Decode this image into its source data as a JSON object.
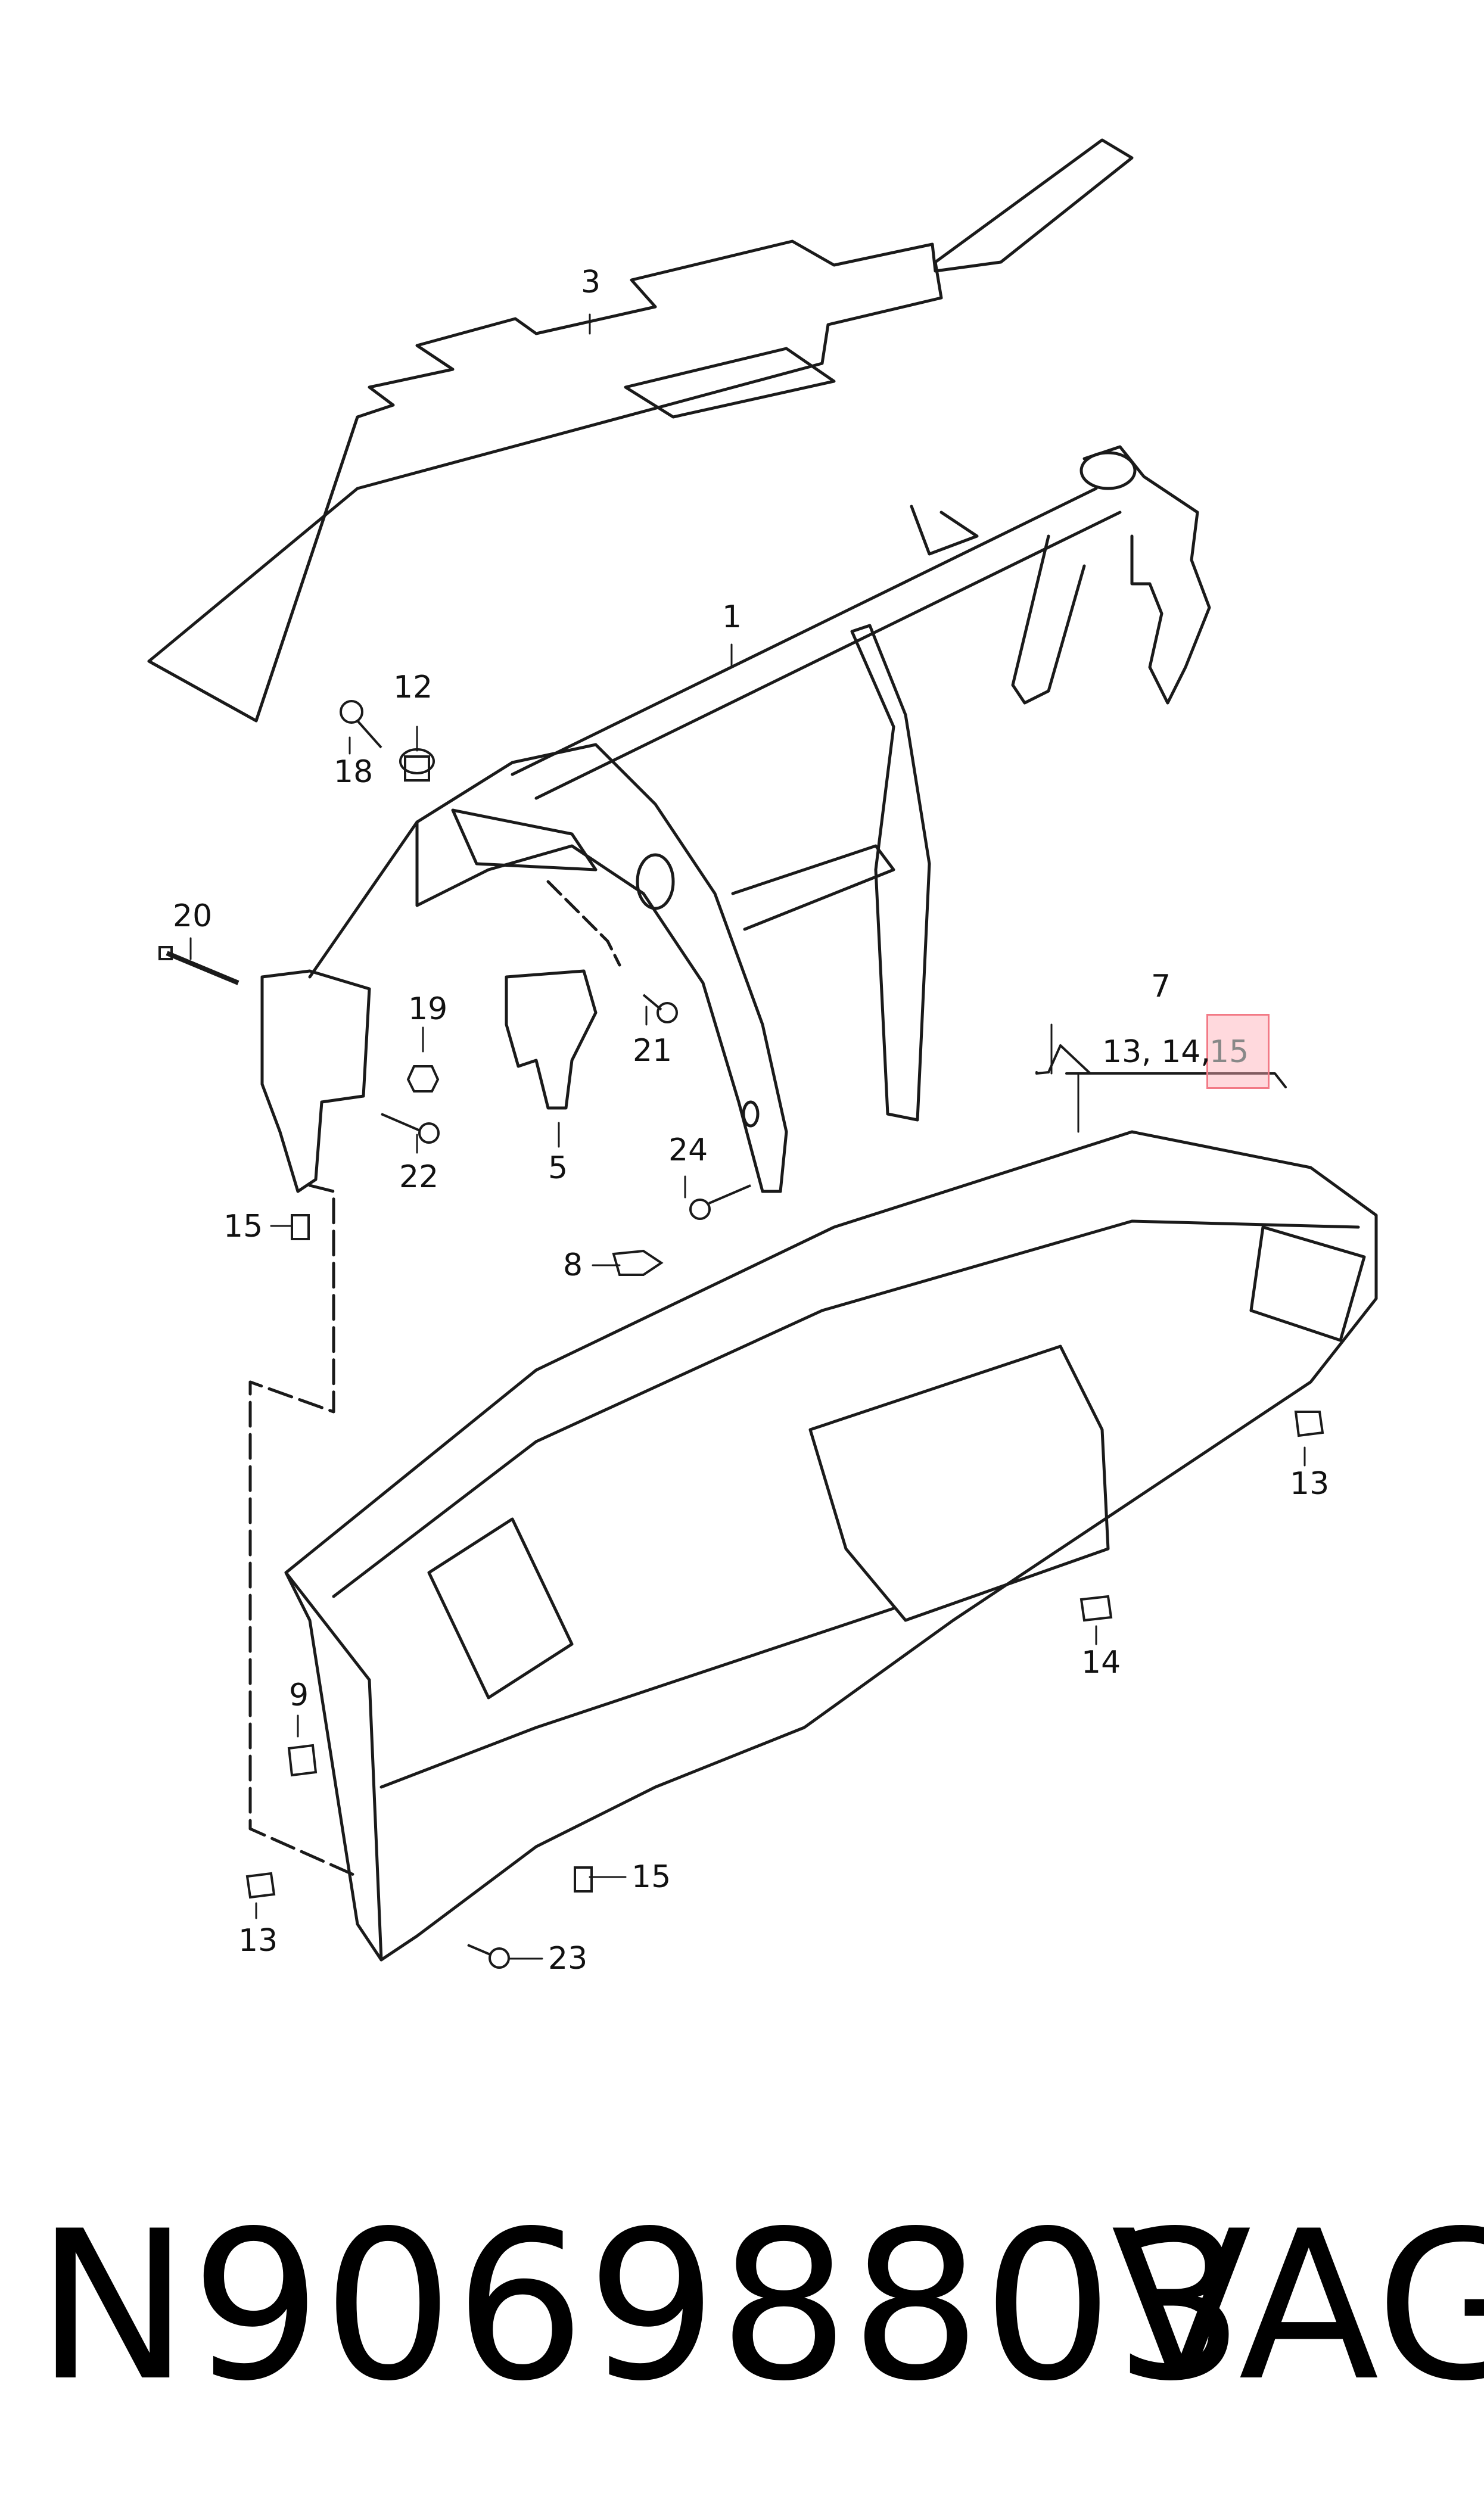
{
  "callouts": {
    "c1": "1",
    "c3": "3",
    "c5": "5",
    "c7": "7",
    "c7_sub_a": "13, 14, ",
    "c7_sub_b": "15",
    "c8": "8",
    "c9": "9",
    "c12": "12",
    "c13_right": "13",
    "c13_left": "13",
    "c14": "14",
    "c15_left": "15",
    "c15_bottom": "15",
    "c18": "18",
    "c19": "19",
    "c20": "20",
    "c21": "21",
    "c22": "22",
    "c23": "23",
    "c24": "24"
  },
  "footer": {
    "part_number": "N90698803",
    "brand": "VAG"
  },
  "colors": {
    "line": "#1a1a1a",
    "highlight_fill": "#ffc8cf",
    "highlight_border": "#f27a86"
  }
}
